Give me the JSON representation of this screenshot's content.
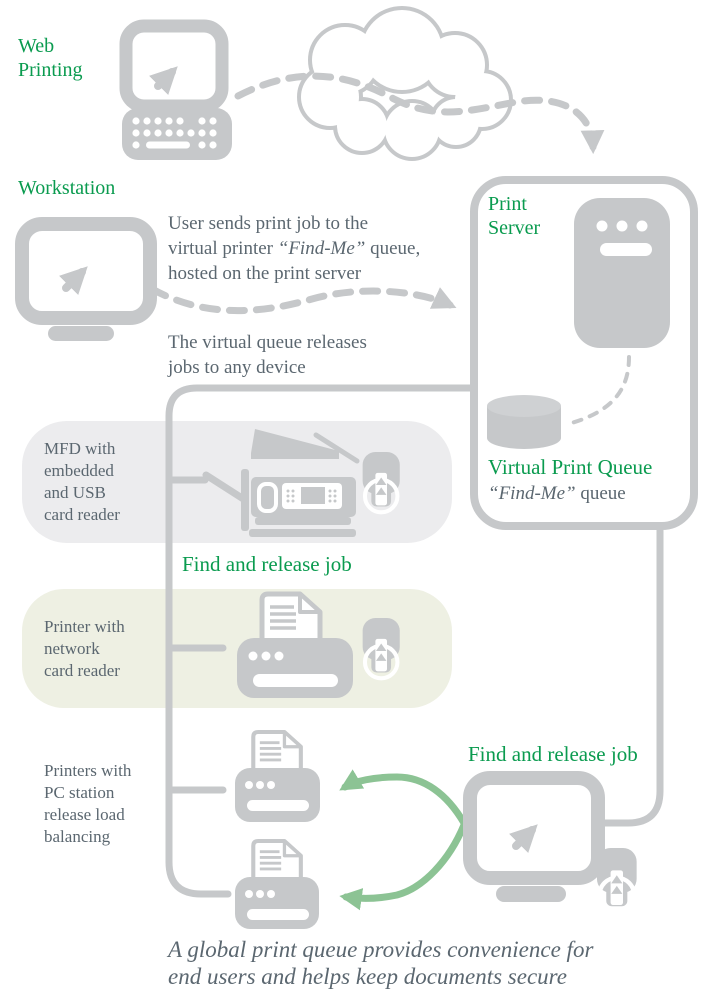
{
  "labels": {
    "web_printing": "Web\nPrinting",
    "workstation": "Workstation",
    "print_server": "Print\nServer",
    "virtual_print_queue": "Virtual Print Queue",
    "find_me_italic": "“Find-Me”",
    "find_me_rest": " queue",
    "row_mfd": "MFD with\nembedded\nand USB\ncard reader",
    "row_printer": "Printer with\nnetwork\ncard reader",
    "row_printers": "Printers with\nPC station\nrelease load\nbalancing",
    "find_release_mfd": "Find and release job",
    "find_release_pc": "Find and release job",
    "caption": "A global print queue provides convenience for\nend users and helps keep documents secure"
  },
  "paragraphs": {
    "send_pre": "User sends print job to the\nvirtual printer ",
    "send_italic": "“Find-Me”",
    "send_post": " queue,\nhosted on the print server",
    "release": "The virtual queue releases\njobs to any device"
  },
  "icons": {
    "laptop-icon": "laptop with cursor arrow and keyboard",
    "cloud-icon": "internet cloud outline",
    "monitor-icon": "workstation monitor with cursor arrow",
    "server-icon": "print server tower",
    "database-icon": "print queue cylinder",
    "mfd-icon": "multifunction device with control panel",
    "printer-icon": "printer with document",
    "card-reader-icon": "card reader with card and up arrows",
    "dashed-arrow": "print job flow",
    "green-arrow": "release job flow"
  },
  "colors": {
    "green_text": "#0a9b4f",
    "body_text": "#5b6770",
    "icon_gray": "#c6c8ca",
    "arrow_green": "#8cc394",
    "row_gray_bg": "#ececee",
    "row_green_bg": "#eef0e3"
  }
}
